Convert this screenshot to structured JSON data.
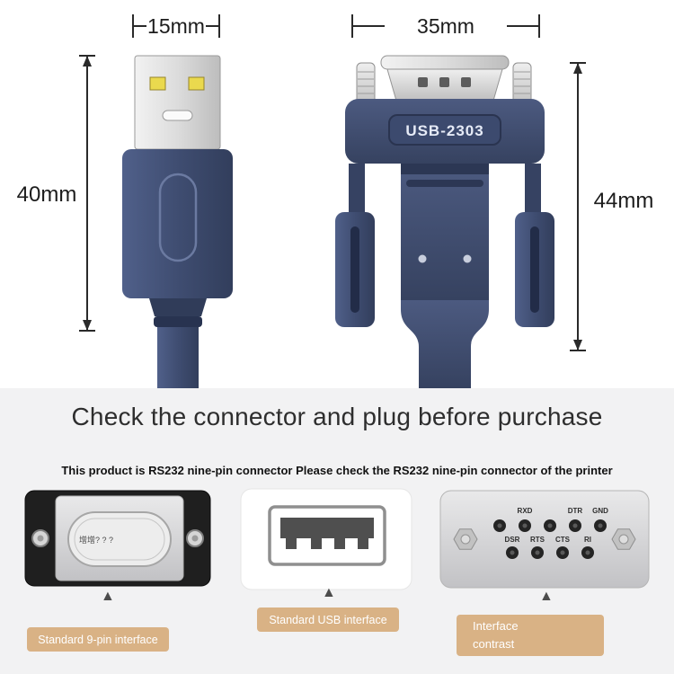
{
  "top": {
    "usb_width_label": "15mm",
    "usb_height_label": "40mm",
    "db9_width_label": "35mm",
    "db9_height_label": "44mm",
    "connector_model": "USB-2303"
  },
  "info": {
    "title": "Check the connector and plug before purchase",
    "subtitle": "This product is RS232 nine-pin connector Please check the RS232 nine-pin connector of the printer"
  },
  "comparison": {
    "female_port_text": "增增? ? ?",
    "pin_labels_top": [
      "RXD",
      "DTR",
      "GND"
    ],
    "pin_labels_bottom": [
      "DSR",
      "RTS",
      "CTS",
      "RI"
    ],
    "badges": [
      {
        "lines": [
          "Standard 9-pin interface"
        ]
      },
      {
        "lines": [
          "Standard USB interface"
        ]
      },
      {
        "lines": [
          "Interface",
          "contrast"
        ]
      }
    ],
    "arrow_glyph": "▲"
  },
  "colors": {
    "cable_navy": "#3c4866",
    "badge_tan": "#d9b285",
    "contact_yellow": "#ead94e",
    "section_bg": "#f2f2f3"
  }
}
